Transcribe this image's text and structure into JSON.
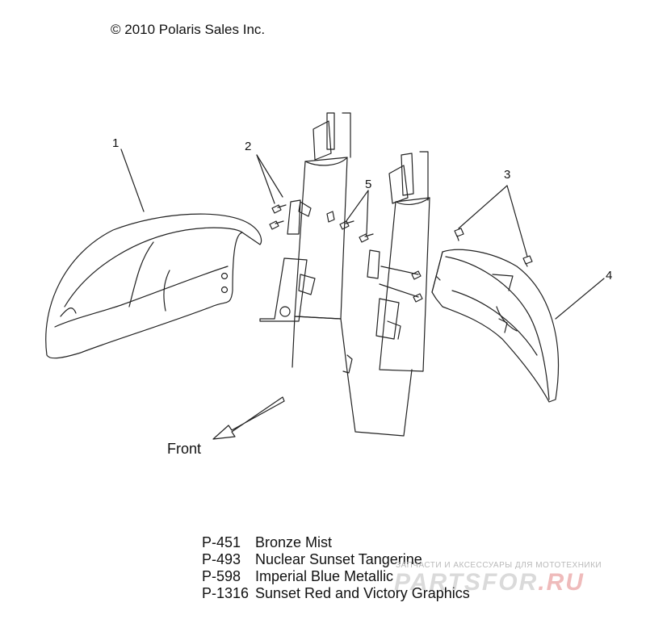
{
  "copyright": "© 2010 Polaris Sales Inc.",
  "callouts": [
    "1",
    "2",
    "3",
    "4",
    "5"
  ],
  "front_label": "Front",
  "legend": [
    {
      "code": "P-451",
      "name": "Bronze Mist"
    },
    {
      "code": "P-493",
      "name": "Nuclear Sunset Tangerine"
    },
    {
      "code": "P-598",
      "name": "Imperial Blue Metallic"
    },
    {
      "code": "P-1316",
      "name": "Sunset Red and Victory Graphics"
    }
  ],
  "watermark": {
    "tagline": "ЗАПЧАСТИ И АКСЕССУАРЫ ДЛЯ МОТОТЕХНИКИ",
    "logo_main": "PARTSFOR",
    "logo_tld": ".RU"
  }
}
